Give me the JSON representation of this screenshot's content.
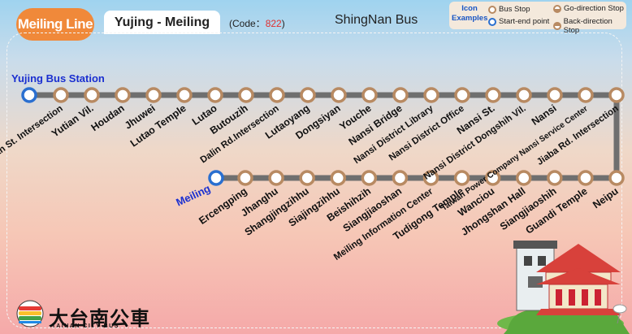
{
  "header": {
    "route_name": "Meiling Line",
    "direction": "Yujing - Meiling",
    "code_prefix": "(Code：",
    "code_number": "822",
    "code_suffix": ")",
    "operator": "ShingNan Bus"
  },
  "legend": {
    "title": "Icon Examples",
    "bus_stop": "Bus Stop",
    "terminal": "Start-end point",
    "go_direction": "Go-direction Stop",
    "back_direction": "Back-direction Stop"
  },
  "route": {
    "start_terminal": "Yujing Bus Station",
    "end_terminal": "Meiling",
    "upper_stops": [
      "Yuan St. Intersection",
      "Yutian Vil.",
      "Houdan",
      "Jhuwei",
      "Lutao Temple",
      "Lutao",
      "Butouzih",
      "Dalin Rd.Intersection",
      "Lutaoyang",
      "Dongsiyan",
      "Youche",
      "Nansi Bridge",
      "Nansi District Library",
      "Nansi District Office",
      "Nansi St.",
      "Nansi District Dongshih Vil.",
      "Nansi",
      "Taiwan Power Company Nansi Service Center",
      "Jiaba Rd. Intersection"
    ],
    "lower_stops": [
      "Ercengping",
      "Jhanghu",
      "Shangjingzihhu",
      "Siajingzihhu",
      "Beishihzih",
      "Siangjiaoshan",
      "Meiling Information Center",
      "Tudigong Temple",
      "Wanciou",
      "Jhongshan Hall",
      "Siangjiaoshih",
      "Guandi Temple",
      "Neipu"
    ]
  },
  "brand": {
    "name": "大台南公車",
    "subtitle": "TAINAN CITY BUS"
  },
  "colors": {
    "route_line": "#6f6f6f",
    "stop_ring": "#b88a62",
    "terminal_ring": "#2a6fd0",
    "badge": "#f0893a",
    "terminal_text": "#1a2fd0"
  }
}
